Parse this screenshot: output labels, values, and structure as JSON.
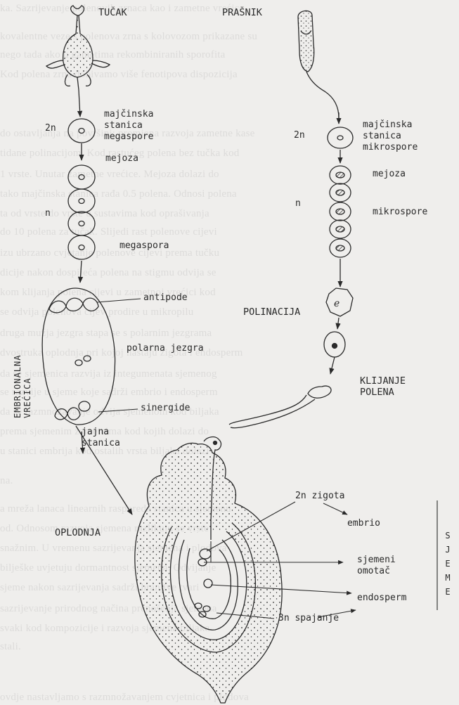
{
  "labels": {
    "tucak": "TUČAK",
    "prasnik": "PRAŠNIK",
    "ploidy_2n_left": "2n",
    "ploidy_2n_right": "2n",
    "ploidy_n_left": "n",
    "ploidy_n_right": "n",
    "majcinska_megaspore": [
      "majčinska",
      "stanica",
      "megaspore"
    ],
    "majcinska_mikrospore": [
      "majčinska",
      "stanica",
      "mikrospore"
    ],
    "mejoza_left": "mejoza",
    "mejoza_right": "mejoza",
    "megaspora": "megaspora",
    "mikrospore": "mikrospore",
    "antipode": "antipode",
    "polinacija": "POLINACIJA",
    "embrionalna_vrecica": [
      "EMBRIONALNA",
      "VREĆICA"
    ],
    "polarna_jezgra": "polarna jezgra",
    "klijanje_polena": [
      "KLIJANJE",
      "POLENA"
    ],
    "sinergide": "sinergide",
    "jajna_stanica": [
      "jajna",
      "stanica"
    ],
    "zigota": "2n zigota",
    "embrio": "embrio",
    "oplodnja": "OPLODNJA",
    "sjemeni_omotac": [
      "sjemeni",
      "omotač"
    ],
    "endosperm": "endosperm",
    "spajanje": "3n spajanje",
    "sjeme": "SJEME"
  },
  "colors": {
    "ink": "#2a2a2a",
    "paper": "#efeeec"
  }
}
